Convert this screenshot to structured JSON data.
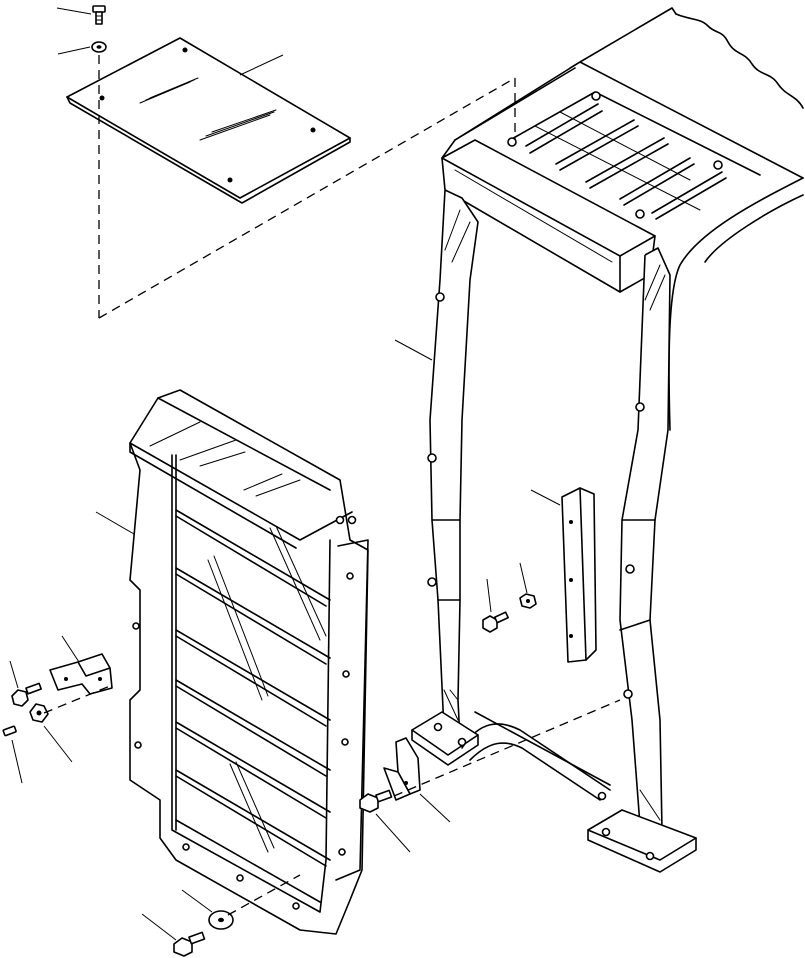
{
  "diagram": {
    "type": "exploded-parts-view",
    "labels": [],
    "colors": {
      "line": "#000000",
      "background": "#ffffff"
    },
    "parts": [
      {
        "name": "top-cover-plate"
      },
      {
        "name": "cover-bolt"
      },
      {
        "name": "cover-washer"
      },
      {
        "name": "vertical-support-frame"
      },
      {
        "name": "radiator-guard-panel"
      },
      {
        "name": "mounting-bracket-left"
      },
      {
        "name": "mounting-bracket-right"
      },
      {
        "name": "side-angle-bracket"
      },
      {
        "name": "bolt-with-washer"
      },
      {
        "name": "flat-washer"
      },
      {
        "name": "small-screw"
      },
      {
        "name": "hex-nut"
      }
    ]
  }
}
